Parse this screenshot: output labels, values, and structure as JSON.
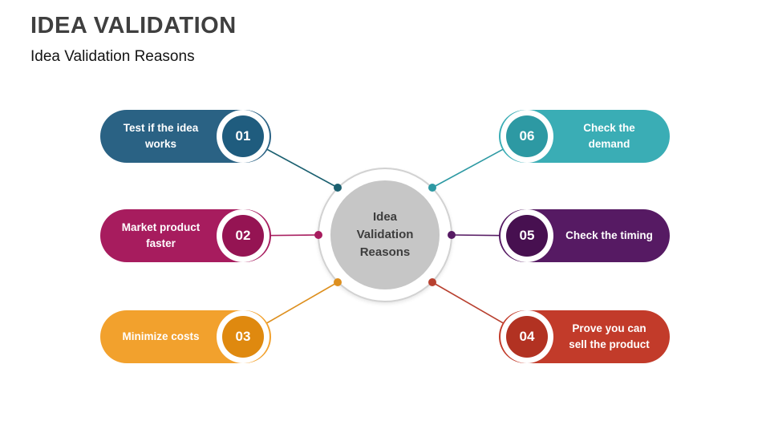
{
  "header": {
    "title": "IDEA VALIDATION",
    "subtitle": "Idea Validation Reasons"
  },
  "center": {
    "label": "Idea\nValidation\nReasons",
    "fill": "#c6c6c6"
  },
  "items": [
    {
      "number": "01",
      "label": "Test if the idea works",
      "pill_color": "#2a6284",
      "badge_color": "#1f5c7e",
      "line_color": "#1b6070"
    },
    {
      "number": "02",
      "label": "Market product faster",
      "pill_color": "#a71c5e",
      "badge_color": "#951453",
      "line_color": "#a71c5e"
    },
    {
      "number": "03",
      "label": "Minimize costs",
      "pill_color": "#f2a12d",
      "badge_color": "#df890f",
      "line_color": "#dd8f1e"
    },
    {
      "number": "04",
      "label": "Prove you can sell the product",
      "pill_color": "#c23b2a",
      "badge_color": "#b23222",
      "line_color": "#b8402f"
    },
    {
      "number": "05",
      "label": "Check the timing",
      "pill_color": "#561a63",
      "badge_color": "#471050",
      "line_color": "#561a63"
    },
    {
      "number": "06",
      "label": "Check the demand",
      "pill_color": "#3aadb5",
      "badge_color": "#2d99a3",
      "line_color": "#2d99a3"
    }
  ]
}
